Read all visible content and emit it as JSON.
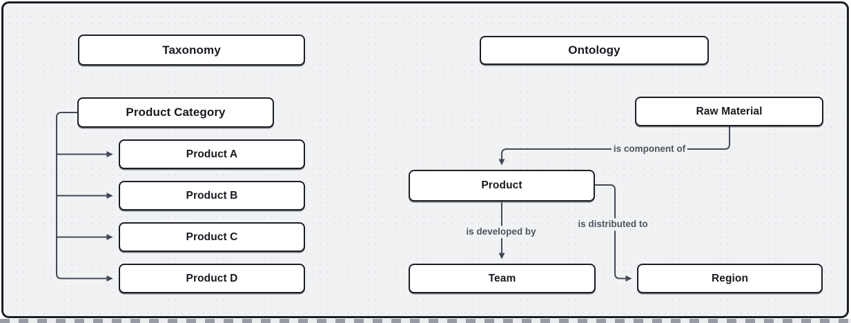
{
  "canvas": {
    "background": "#f1f2f4",
    "dot_color": "#e0e2e6",
    "border_color": "#1a1d24"
  },
  "taxonomy": {
    "header": "Taxonomy",
    "root": "Product Category",
    "children": [
      "Product A",
      "Product B",
      "Product C",
      "Product D"
    ]
  },
  "ontology": {
    "header": "Ontology",
    "nodes": {
      "raw_material": "Raw Material",
      "product": "Product",
      "team": "Team",
      "region": "Region"
    },
    "edges": [
      {
        "from": "Raw Material",
        "to": "Product",
        "label": "is component of"
      },
      {
        "from": "Product",
        "to": "Team",
        "label": "is developed by"
      },
      {
        "from": "Product",
        "to": "Region",
        "label": "is distributed to"
      }
    ]
  },
  "colors": {
    "node_fill": "#ffffff",
    "node_border": "#1a1d24",
    "node_text": "#16191f",
    "edge_line": "#424957",
    "edge_label_text": "#4d545f"
  }
}
